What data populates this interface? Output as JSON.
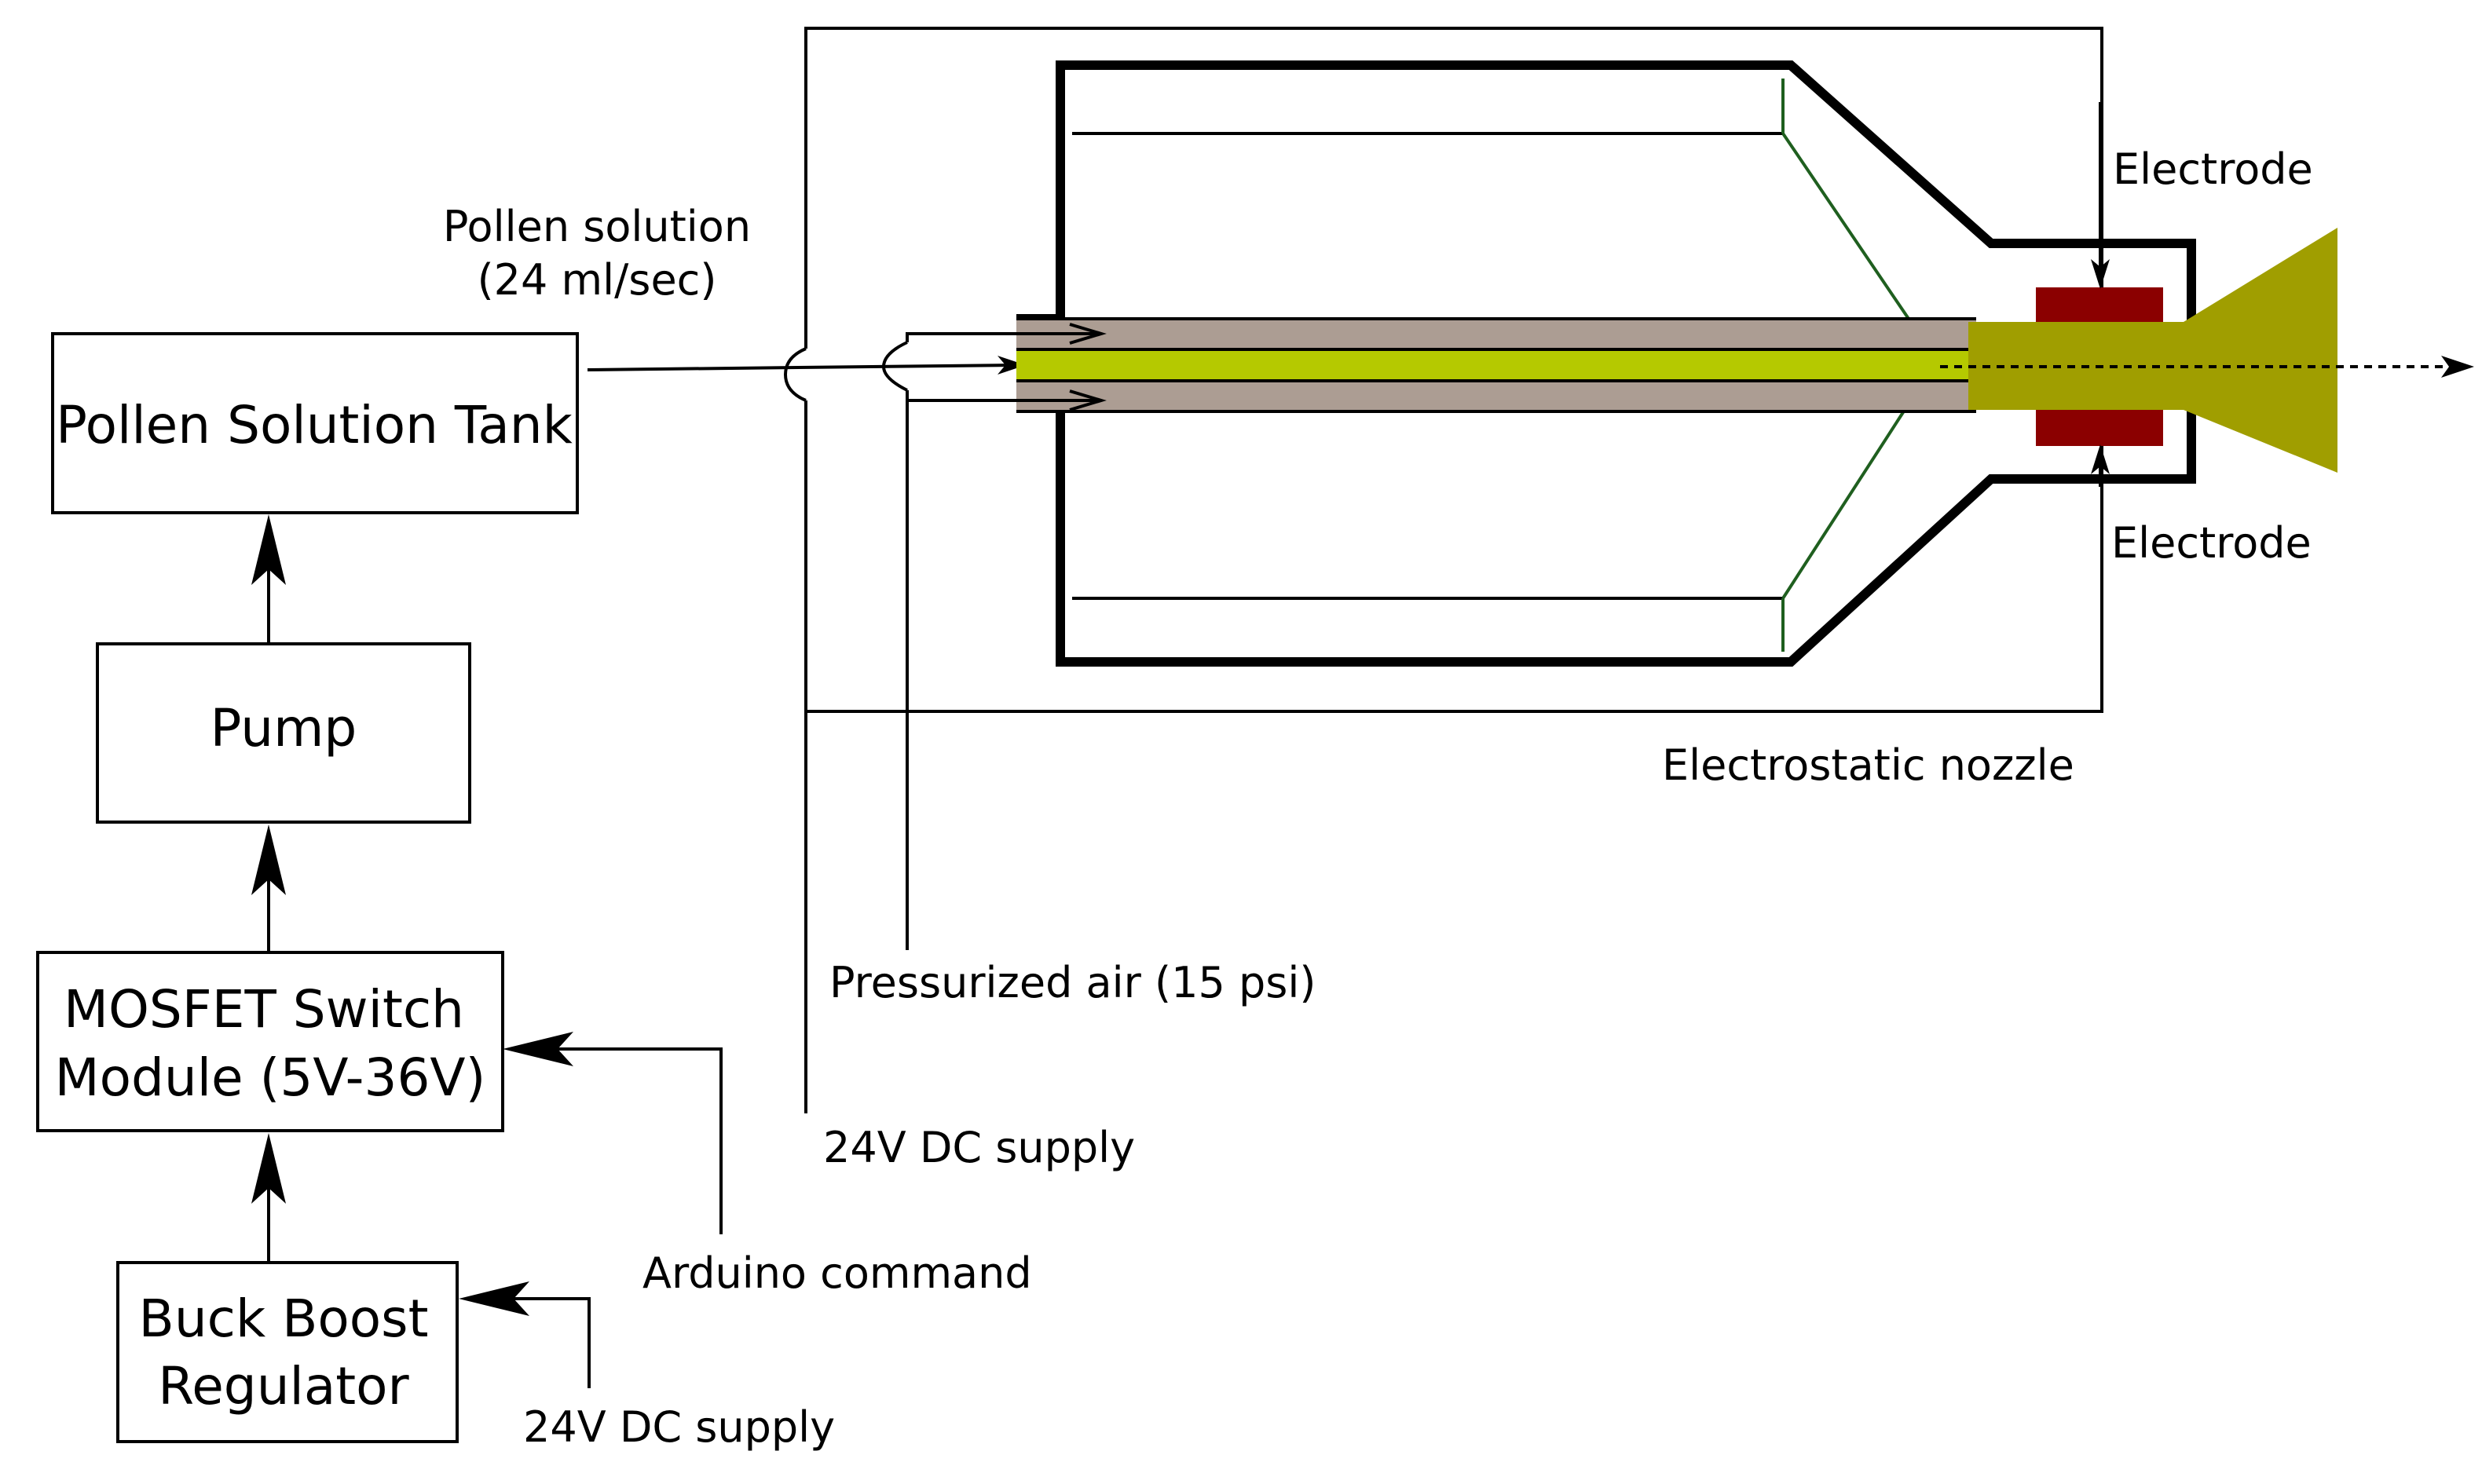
{
  "boxes": {
    "tank": "Pollen Solution Tank",
    "pump": "Pump",
    "mosfet_line1": "MOSFET Switch",
    "mosfet_line2": "Module (5V-36V)",
    "buck_line1": "Buck Boost",
    "buck_line2": "Regulator"
  },
  "labels": {
    "pollen_solution_line1": "Pollen solution",
    "pollen_solution_line2": "(24 ml/sec)",
    "electrode_top": "Electrode",
    "electrode_bottom": "Electrode",
    "electrostatic_nozzle": "Electrostatic nozzle",
    "pressurized_air": "Pressurized air (15 psi)",
    "dc_supply_nozzle": "24V DC supply",
    "arduino_command": "Arduino command",
    "dc_supply_regulator": "24V DC supply"
  },
  "colors": {
    "tube_outer": "#ac9d93",
    "tube_inner": "#b5c900",
    "spray": "#a09e00",
    "electrode": "#8b0000",
    "stroke": "#000000",
    "green_line": "#1f5f1f"
  }
}
